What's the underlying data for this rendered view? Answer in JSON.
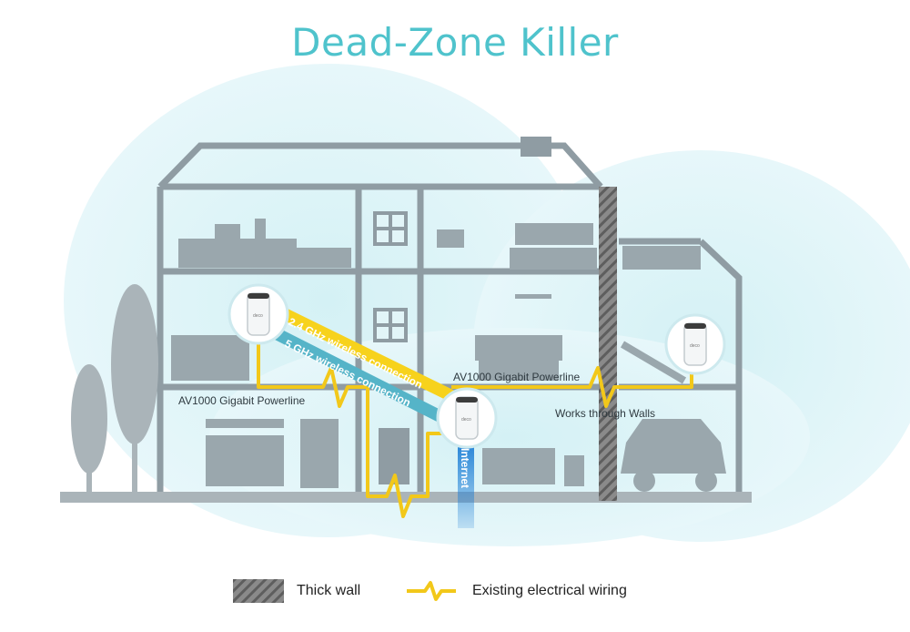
{
  "title": "Dead-Zone Killer",
  "labels": {
    "band_24": "2.4 GHz wireless connection",
    "band_5": "5 GHz wireless connection",
    "powerline_left": "AV1000 Gigabit Powerline",
    "powerline_right": "AV1000 Gigabit Powerline",
    "works_through_walls": "Works through Walls",
    "internet": "Internet",
    "device_logo": "deco"
  },
  "legend": {
    "thick_wall": "Thick wall",
    "wiring": "Existing electrical wiring"
  },
  "colors": {
    "accent": "#4fc3cc",
    "wifi_24": "#f7d21c",
    "wifi_5": "#55b4c8",
    "wiring": "#f2c81a",
    "internet": "#1e7fd6",
    "house_outline": "#8f9ca3",
    "wall_hatch": "#6d6d6d"
  }
}
